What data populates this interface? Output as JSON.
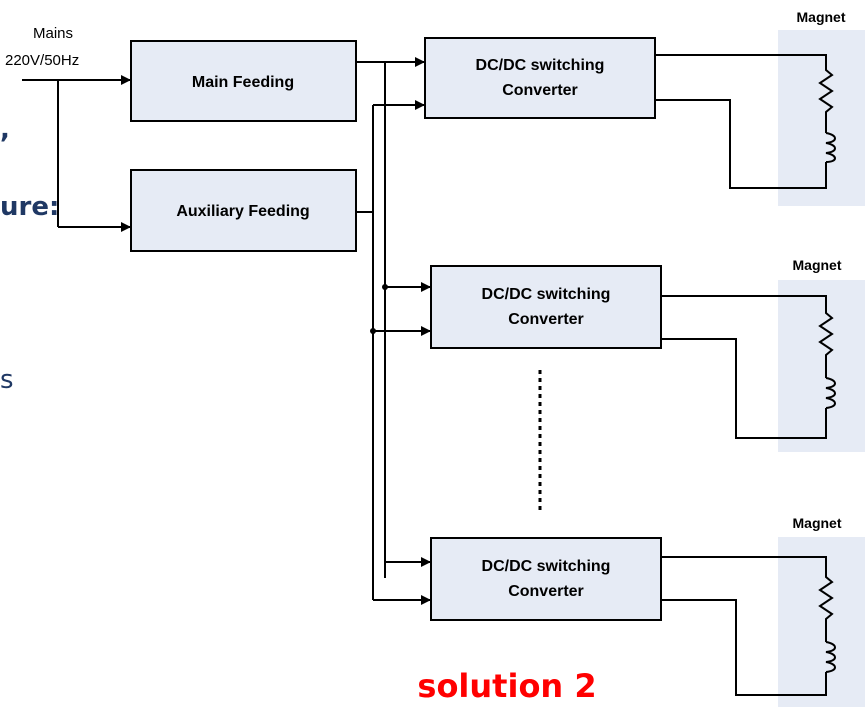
{
  "mains": {
    "line1": "Mains",
    "line2": "220V/50Hz"
  },
  "blocks": {
    "main_feeding": "Main Feeding",
    "auxiliary_feeding": "Auxiliary Feeding"
  },
  "converters": [
    {
      "line1": "DC/DC switching",
      "line2": "Converter"
    },
    {
      "line1": "DC/DC switching",
      "line2": "Converter"
    },
    {
      "line1": "DC/DC switching",
      "line2": "Converter"
    }
  ],
  "magnets": [
    "Magnet",
    "Magnet",
    "Magnet"
  ],
  "slide_fragments": {
    "frag1": ",",
    "frag2": "ure:",
    "frag3": "s"
  },
  "solution_label": "solution 2",
  "colors": {
    "block_fill": "#e6ebf5",
    "solution_red": "#ff0000",
    "slide_text": "#1f3864"
  }
}
